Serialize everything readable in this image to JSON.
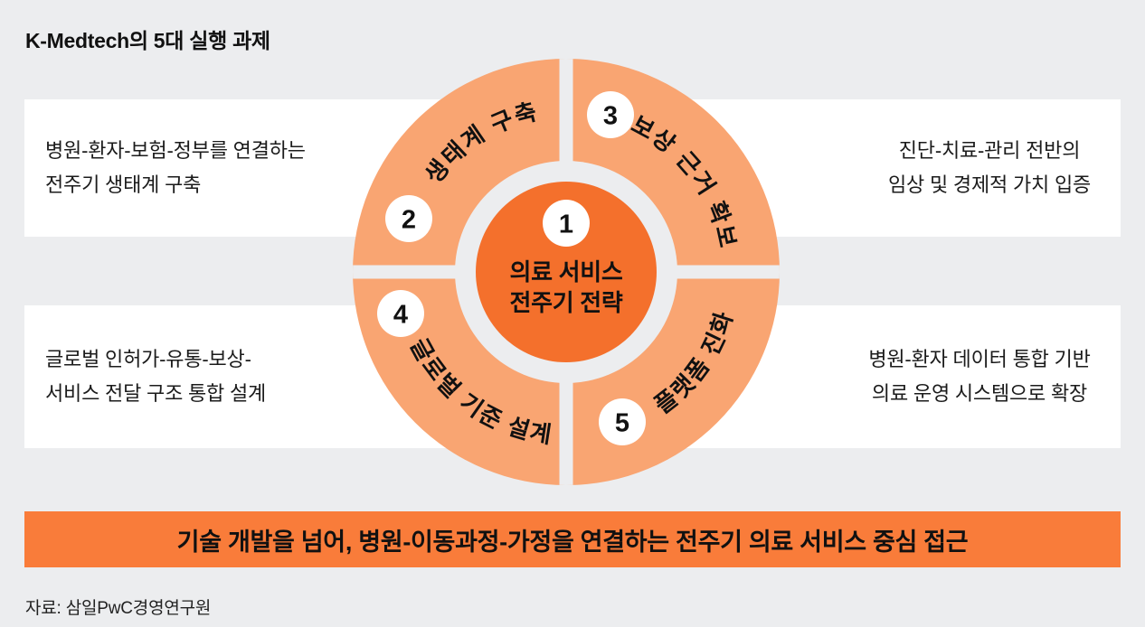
{
  "title": "K-Medtech의 5대 실행 과제",
  "colors": {
    "background": "#ECEDEF",
    "panel": "#FFFFFF",
    "quadrant_orange": "#F9A572",
    "core_orange": "#F4702C",
    "banner_orange": "#F97C3A",
    "text": "#111111"
  },
  "diagram": {
    "center": {
      "number": "1",
      "line1": "의료 서비스",
      "line2": "전주기 전략"
    },
    "quadrants": [
      {
        "number": "2",
        "label": "생태계 구축",
        "position": "top-left"
      },
      {
        "number": "3",
        "label": "보상 근거 확보",
        "position": "top-right"
      },
      {
        "number": "4",
        "label": "글로벌 기준 설계",
        "position": "bottom-left"
      },
      {
        "number": "5",
        "label": "플랫폼 진화",
        "position": "bottom-right"
      }
    ]
  },
  "callouts": {
    "top_left": {
      "line1": "병원-환자-보험-정부를 연결하는",
      "line2": "전주기 생태계 구축"
    },
    "top_right": {
      "line1": "진단-치료-관리 전반의",
      "line2": "임상 및 경제적 가치 입증"
    },
    "bottom_left": {
      "line1": "글로벌 인허가-유통-보상-",
      "line2": "서비스 전달 구조 통합 설계"
    },
    "bottom_right": {
      "line1": "병원-환자 데이터 통합 기반",
      "line2": "의료 운영 시스템으로 확장"
    }
  },
  "banner": {
    "text": "기술 개발을 넘어, 병원-이동과정-가정을 연결하는 전주기 의료 서비스 중심 접근"
  },
  "source": "자료: 삼일PwC경영연구원"
}
